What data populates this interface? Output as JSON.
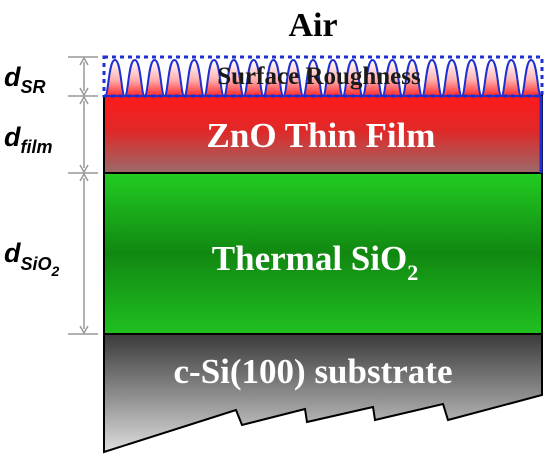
{
  "title": "Air",
  "layers": {
    "roughness": {
      "label": "Surface Roughness",
      "thickness_symbol": "d",
      "thickness_subscript": "SR"
    },
    "film": {
      "label": "ZnO Thin Film",
      "thickness_symbol": "d",
      "thickness_subscript": "film"
    },
    "oxide": {
      "label": "Thermal SiO",
      "label_subscript": "2",
      "thickness_symbol": "d",
      "thickness_subscript": "SiO",
      "thickness_subsubscript": "2"
    },
    "substrate": {
      "label": "c-Si(100) substrate"
    }
  },
  "colors": {
    "roughness_outline": "#1f2fd0",
    "roughness_fill_top": "#ffffff",
    "roughness_fill_bottom": "#ff2a2a",
    "film_top": "#ff1a1a",
    "film_bottom": "#9a6a6a",
    "oxide_light": "#22cc22",
    "oxide_dark": "#0e6f0e",
    "substrate_top": "#3a3a3a",
    "substrate_bottom": "#d8d8d8",
    "dimension_line": "#999999",
    "label_text": "#ffffff",
    "dark_text": "#000000"
  }
}
